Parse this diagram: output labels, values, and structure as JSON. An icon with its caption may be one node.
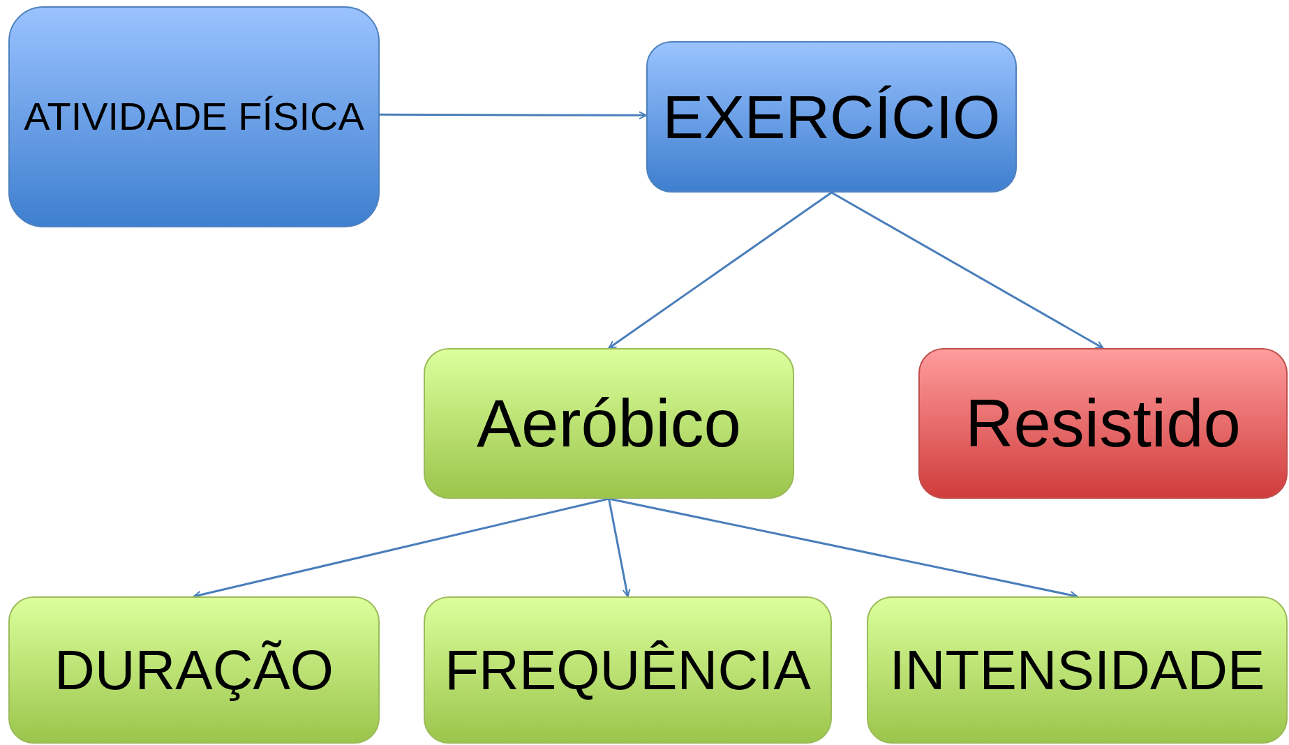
{
  "diagram": {
    "nodes": [
      {
        "text": [
          "ATIVIDADE FÍSICA"
        ]
      },
      {
        "text": [
          "EXERCÍCIO"
        ]
      },
      {
        "text": [
          "Aeróbico"
        ]
      },
      {
        "text": [
          "Resistido"
        ]
      },
      {
        "text": [
          "DURAÇÃO"
        ]
      },
      {
        "text": [
          "FREQUÊNCIA"
        ]
      },
      {
        "text": [
          "INTENSIDADE"
        ]
      }
    ],
    "edges": [
      {
        "from": 0,
        "to": 1,
        "arrow": "to"
      },
      {
        "from": 1,
        "to": 2,
        "arrow": "to"
      },
      {
        "from": 1,
        "to": 3,
        "arrow": "to"
      },
      {
        "from": 2,
        "to": 4,
        "arrow": "to"
      },
      {
        "from": 2,
        "to": 5,
        "arrow": "to"
      },
      {
        "from": 2,
        "to": 6,
        "arrow": "to"
      }
    ]
  }
}
